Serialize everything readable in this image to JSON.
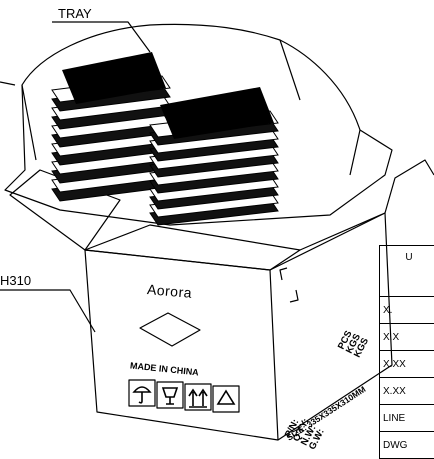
{
  "callouts": {
    "tray": "TRAY",
    "carton": "H310"
  },
  "box": {
    "brand": "Aorora",
    "made_in": "MADE IN CHINA",
    "fields": [
      "P/N:",
      "Q'TY:",
      "N.W:",
      "G.W:"
    ],
    "size": "SIZE: 335X335X310MM",
    "units": [
      "PCS",
      "KGS",
      "KGS"
    ],
    "handling_symbols": [
      "keep-dry-umbrella-icon",
      "fragile-glass-icon",
      "this-way-up-icon",
      "recycle-icon"
    ]
  },
  "title_block": {
    "header": "U",
    "rows": [
      "X.",
      "X.X",
      "X.XX",
      "X.XX",
      "LINE",
      "DWG"
    ]
  }
}
